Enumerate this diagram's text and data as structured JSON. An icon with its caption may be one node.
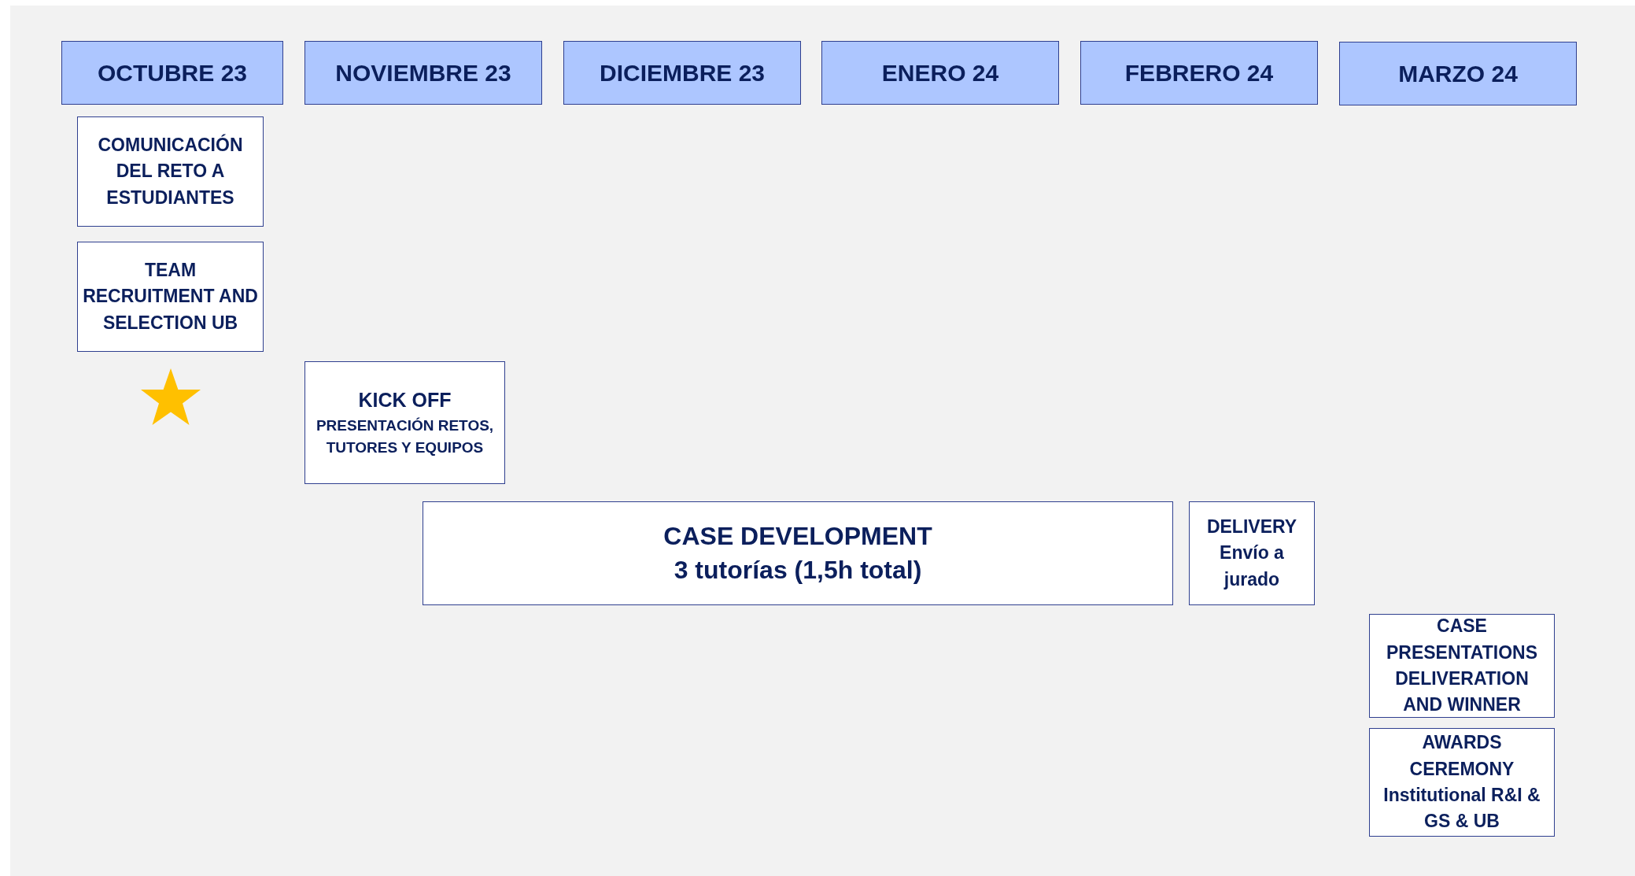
{
  "diagram": {
    "nodes": [
      {
        "text": [
          "OCTUBRE 23"
        ]
      },
      {
        "text": [
          "NOVIEMBRE 23"
        ]
      },
      {
        "text": [
          "DICIEMBRE 23"
        ]
      },
      {
        "text": [
          "ENERO 24"
        ]
      },
      {
        "text": [
          "FEBRERO 24"
        ]
      },
      {
        "text": [
          "MARZO 24"
        ]
      },
      {
        "text": [
          "COMUNICACIÓN DEL RETO A ESTUDIANTES"
        ]
      },
      {
        "text": [
          "TEAM RECRUITMENT AND SELECTION UB"
        ]
      },
      {
        "text": [
          "KICK OFF",
          "PRESENTACIÓN RETOS, TUTORES Y EQUIPOS"
        ]
      },
      {
        "text": [
          "CASE DEVELOPMENT",
          "3 tutorías (1,5h total)"
        ]
      },
      {
        "text": [
          "DELIVERY",
          "Envío a jurado"
        ]
      },
      {
        "text": [
          "CASE PRESENTATIONS DELIVERATION AND WINNER"
        ]
      },
      {
        "text": [
          "AWARDS CEREMONY",
          "Institutional R&I & GS & UB"
        ]
      }
    ]
  }
}
